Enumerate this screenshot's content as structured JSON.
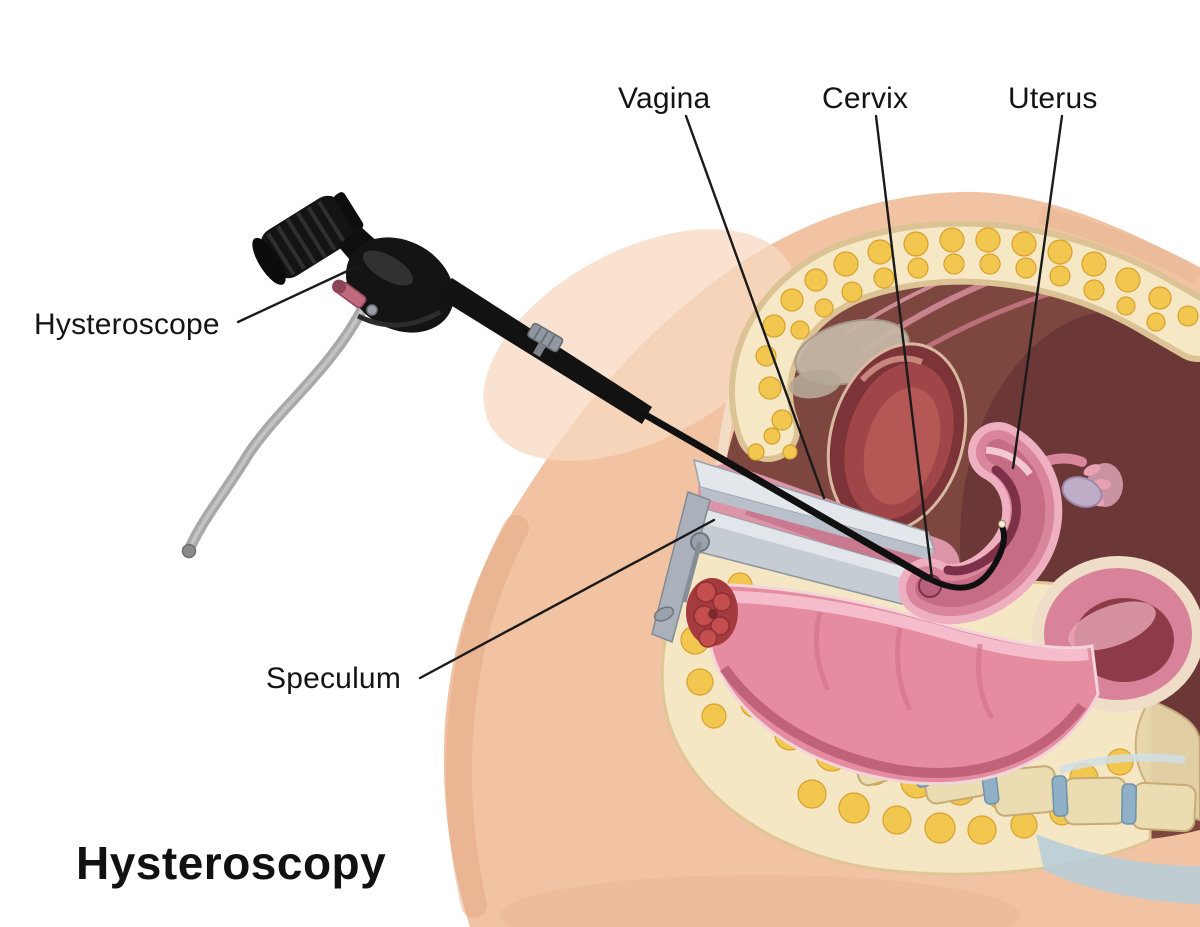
{
  "title": "Hysteroscopy",
  "labels": {
    "hysteroscope": "Hysteroscope",
    "speculum": "Speculum",
    "vagina": "Vagina",
    "cervix": "Cervix",
    "uterus": "Uterus"
  },
  "colors": {
    "background": "#ffffff",
    "label_text": "#141414",
    "leader_line": "#1a1a1a",
    "skin": "#f1c3a3",
    "skin_highlight": "#f7d9c0",
    "skin_shadow": "#e0a57f",
    "fat": "#f2c750",
    "fat_bed": "#f5e7c3",
    "fat_edge": "#dcc395",
    "interior": "#7d463f",
    "interior_dark": "#5e2e31",
    "bladder": "#7c3438",
    "bladder_inner": "#a04648",
    "uterus_outer": "#eeb0c0",
    "uterus_mid": "#d9869c",
    "uterus_inner": "#c66d85",
    "uterus_cavity": "#7d3148",
    "vagina_wall": "#dc94a9",
    "rectum": "#e58ca1",
    "rectum_shadow": "#b2506b",
    "anus": "#c44d4d",
    "bowel_inner": "#8e3b49",
    "speculum_silver": "#e3e7ec",
    "speculum_dark": "#aab1ba",
    "instrument_black": "#141414",
    "cable_gray": "#a8a8a8",
    "valve_pink": "#c06a7e",
    "bone": "#ecdcb2",
    "disc_blue": "#8fb0c6",
    "cartilage": "#b5ccd9"
  }
}
